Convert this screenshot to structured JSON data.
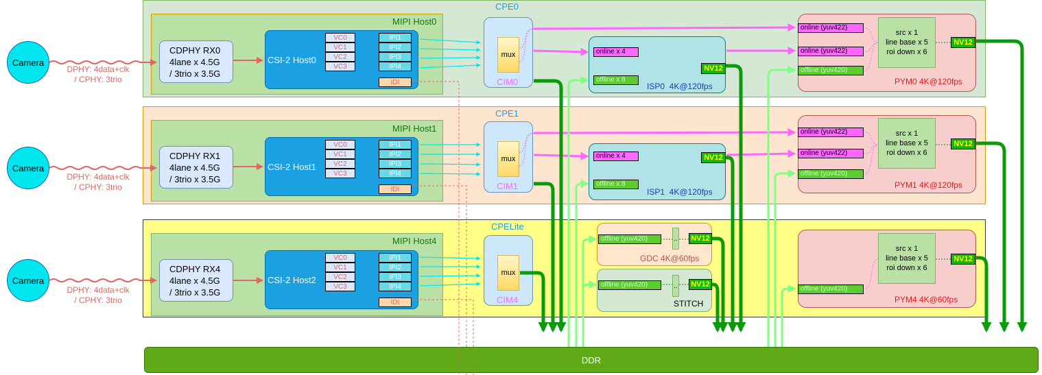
{
  "cpe": [
    {
      "label": "CPE0",
      "host": "MIPI Host0",
      "cdphy": [
        "CDPHY RX0",
        "4lane x 4.5G",
        "/ 3trio x 3.5G"
      ],
      "csi": "CSI-2 Host0",
      "cim": "CIM0",
      "cam": "Camera",
      "phy_note": [
        "DPHY: 4data+clk",
        "/ CPHY: 3trio"
      ]
    },
    {
      "label": "CPE1",
      "host": "MIPI Host1",
      "cdphy": [
        "CDPHY RX1",
        "4lane x 4.5G",
        "/ 3trio x 3.5G"
      ],
      "csi": "CSI-2 Host1",
      "cim": "CIM1",
      "cam": "Camera",
      "phy_note": [
        "DPHY: 4data+clk",
        "/ CPHY: 3trio"
      ]
    },
    {
      "label": "CPELite",
      "host": "MIPI Host4",
      "cdphy": [
        "CDPHY RX4",
        "4lane x 4.5G",
        "/ 3trio x 3.5G"
      ],
      "csi": "CSI-2 Host2",
      "cim": "CIM4",
      "cam": "Camera",
      "phy_note": [
        "DPHY: 4data+clk",
        "/ CPHY: 3trio"
      ]
    }
  ],
  "vc": [
    "VC0",
    "VC1",
    "VC2",
    "VC3"
  ],
  "ipi": [
    "IPI1",
    "IPI2",
    "IPI3",
    "IPI4"
  ],
  "idi": "IDI",
  "mux": "mux",
  "isp": [
    {
      "online": "online x 4",
      "offline": "offline x 8",
      "title": "ISP0  4K@120fps",
      "nv": "NV12"
    },
    {
      "online": "online x 4",
      "offline": "offline x 8",
      "title": "ISP1  4K@120fps",
      "nv": "NV12"
    }
  ],
  "pym": [
    {
      "in": [
        "online (yuv422)",
        "online (yuv422)",
        "offline (yuv420)"
      ],
      "src": [
        "src x 1",
        "line base x 5",
        "roi down x 6"
      ],
      "nv": "NV12",
      "title": "PYM0 4K@120fps"
    },
    {
      "in": [
        "online (yuv422)",
        "online (yuv422)",
        "offline (yuv420)"
      ],
      "src": [
        "src x 1",
        "line base x 5",
        "roi down x 6"
      ],
      "nv": "NV12",
      "title": "PYM1 4K@120fps"
    },
    {
      "in": [
        "offline (yuv420)"
      ],
      "src": [
        "src x 1",
        "line base x 5",
        "roi down x 6"
      ],
      "nv": "NV12",
      "title": "PYM4 4K@60fps"
    }
  ],
  "gdc": {
    "in": "offline (yuv420)",
    "dots": "..",
    "nv": "NV12",
    "title": "GDC 4K@60fps"
  },
  "stitch": {
    "in": "offline (yuv420)",
    "dots": "..",
    "nv": "NV12",
    "title": "STITCH"
  },
  "ddr": "DDR",
  "colors": {
    "pink": "#ff66ff",
    "cyan": "#00e5ee",
    "green_dark": "#0a9a0a",
    "green_light": "#80ff80",
    "red_line": "#e06666"
  }
}
